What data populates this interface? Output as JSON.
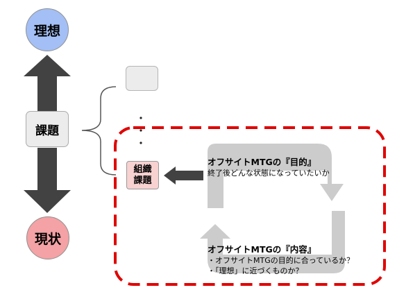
{
  "nodes": {
    "ideal": "理想",
    "issue": "課題",
    "current": "現状",
    "org_issue": "組織\n課題"
  },
  "ellipsis": "・\n・\n・",
  "purpose": {
    "heading": "オフサイトMTGの『目的』",
    "body": "終了後どんな状態になっていたいか"
  },
  "content": {
    "heading": "オフサイトMTGの『内容』",
    "lines": [
      "・オフサイトMTGの目的に合っているか？",
      "・「理想」に近づくものか？"
    ]
  },
  "colors": {
    "ideal_fill": "#a3bff5",
    "current_fill": "#f4a2a5",
    "issue_fill": "#ececec",
    "org_issue_fill": "#f8d1d1",
    "dashed_border": "#e00000",
    "dark_arrow": "#424242",
    "cycle_arrow": "#cccccc"
  }
}
